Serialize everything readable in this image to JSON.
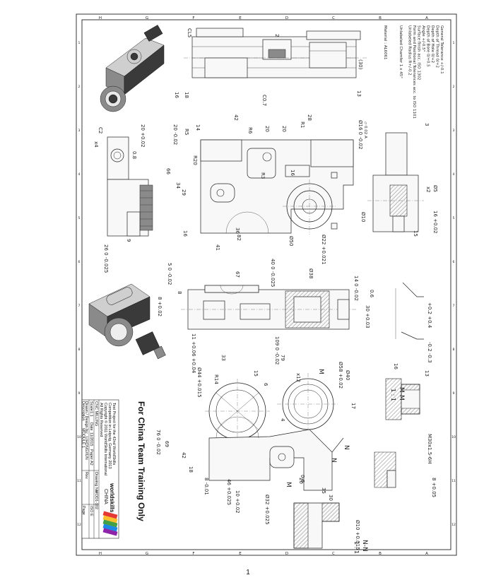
{
  "sheet": {
    "row_letters": [
      "A",
      "B",
      "C",
      "D",
      "E",
      "F",
      "G",
      "H"
    ],
    "col_numbers": [
      "1",
      "2",
      "3",
      "4",
      "5",
      "6",
      "7",
      "8",
      "9",
      "10",
      "11",
      "12"
    ],
    "page_number": "1"
  },
  "notes": {
    "lines": [
      "General Tolerance +/-0.1",
      "Depth of Thread 0/+2",
      "Depth of Hole 0/+2",
      "Depth of Bore 0/+0.5",
      "Angle +/-0.5°",
      "Surface finish acc. ISO 1302",
      "Form and Positional Tolerances acc. to ISO 1101",
      "Unlabeled Radius R+/-0.2"
    ],
    "unlabeled_chamfer": "Unlabeled Chamfer 1 x 45°",
    "material": "Material : AL6061"
  },
  "watermark": "For China Team Training Only",
  "title_block": {
    "project_lines": [
      "Test Project for the 42nd WorldSkills",
      "Competition in Leipzig, Germany 2013",
      "Copyright © 2011 WorldSkills International",
      "All Rights Reserved"
    ],
    "logo_main": "worldskills",
    "logo_country": "CHINA",
    "item": "CNC MILLING",
    "scale_label": "Scale",
    "scale": "1:1",
    "date_label": "Date",
    "date": "11/2015",
    "paper_label": "Paper",
    "paper": "A2",
    "standard": "ISO E",
    "drawn_label": "Drawn / Design by:",
    "drawn_by": "LIHONGXUN",
    "description_label": "Description",
    "description": "MODULE 1",
    "drawing_no_label": "Drawing No",
    "drawing_no": "MOD1-102",
    "rev_label": "Rev",
    "page_label": "Page"
  },
  "sections": {
    "mm": "M-M",
    "mm_scale": "1 : 1",
    "nn": "N-N",
    "nn_scale": "1 : 1",
    "m": "M",
    "n": "N",
    "thread": "M30x1.5-6H"
  },
  "dims": {
    "cl5": "CL5",
    "d2": "2",
    "d30": "(30)",
    "d16": "16",
    "d18": "18",
    "d13": "13",
    "c07": "C0.7",
    "d42": "42",
    "d28": "28",
    "r1": "R1",
    "x4": "x4",
    "d20a": "20",
    "d20b": "20",
    "d3": "3",
    "d20_002": "20 +0.02",
    "d20_002b": "20 -0.02",
    "d14": "14",
    "r5": "R5",
    "r6": "R6",
    "phi16": "Ø16 0 -0.02",
    "flat01": "▱ 0.02 A",
    "c2": "C2",
    "d08": "0.8",
    "r20": "R20",
    "d66": "66",
    "d34": "34",
    "d29": "29",
    "r3": "R3",
    "d16b": "16",
    "d15": "15",
    "phi5": "Ø5",
    "x2": "x2",
    "d16_002": "16 +0.02",
    "phi10": "Ø10",
    "d36": "36",
    "d82": "82",
    "d41": "41",
    "d26": "26 0 -0.025",
    "d9": "9",
    "phi50": "Ø50",
    "phi22": "Ø22 +0.021",
    "d5": "5 0 -0.02",
    "d67": "67",
    "d40": "40 0 -0.025",
    "phi38": "Ø38",
    "d8": "8",
    "d14b": "14 0 -0.02",
    "d06": "0.6",
    "d8_002": "8 +0.02",
    "d30_003": "30 +0.03",
    "d02_04": "+0.2 +0.4",
    "d11": "11 +0.06 +0.04",
    "d109": "109 0 -0.02",
    "d02_03": "-0.2 -0.3",
    "d33": "33",
    "d79": "79",
    "phi58": "Ø58 +0.02",
    "phi44": "Ø44 +0.015",
    "phi40": "Ø40",
    "r14": "R14",
    "d15b": "15",
    "x12": "x12",
    "d6": "6",
    "d17": "17",
    "d16c": "16",
    "d13b": "13",
    "d76": "76 0 -0.02",
    "d69": "69",
    "d42b": "42",
    "d18b": "18",
    "d8_001": "8 -0.01",
    "d46": "46 +0.025",
    "d10": "10 +0.02",
    "phi32": "Ø32 +0.025",
    "d20c": "20",
    "d35": "35",
    "d30b": "30",
    "d8_005": "8 +0.05",
    "phi10b": "Ø10 +0.015",
    "d4": "4"
  }
}
